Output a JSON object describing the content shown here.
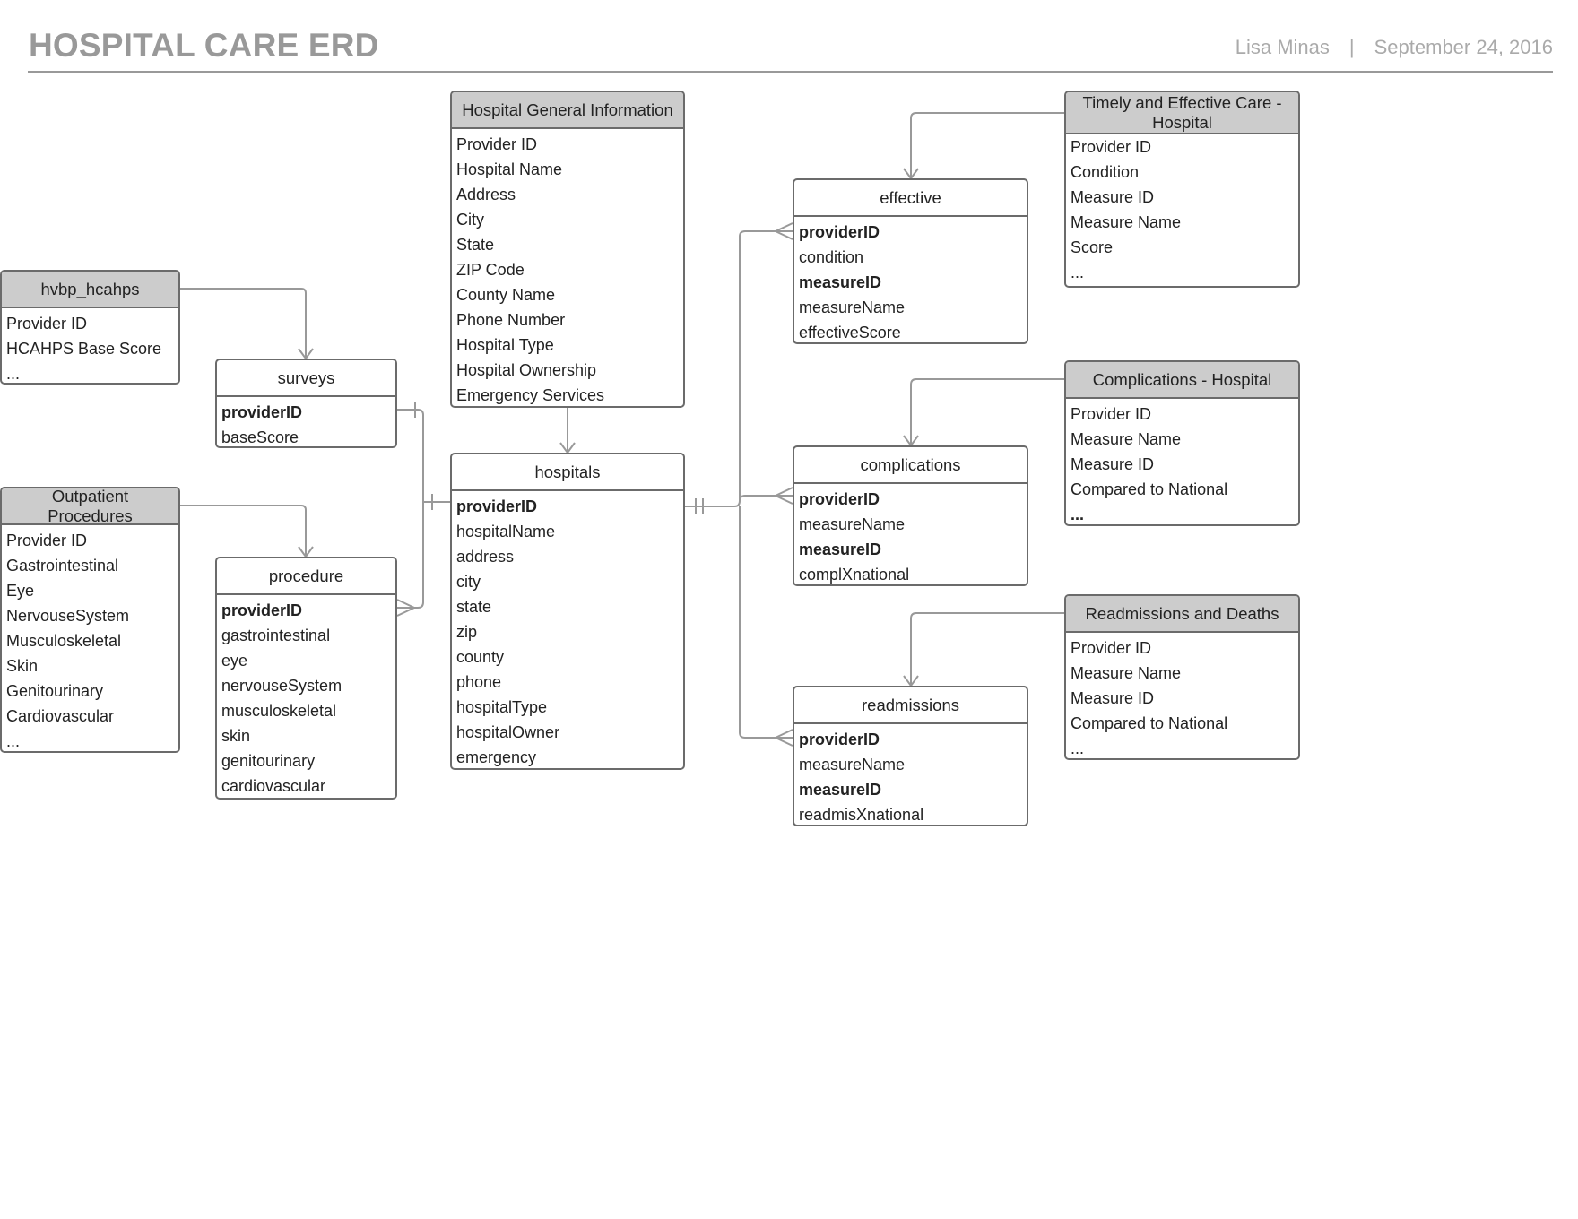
{
  "header": {
    "title": "HOSPITAL CARE ERD",
    "author": "Lisa Minas",
    "separator": "|",
    "date": "September 24, 2016"
  },
  "colors": {
    "title": "#999999",
    "header_fill": "#cccccc",
    "border": "#6b6b6b",
    "connector": "#999999"
  },
  "entities": {
    "hospital_general_information": {
      "title": "Hospital General Information",
      "fields": [
        "Provider ID",
        "Hospital Name",
        "Address",
        "City",
        "State",
        "ZIP Code",
        "County Name",
        "Phone Number",
        "Hospital Type",
        "Hospital Ownership",
        "Emergency Services"
      ]
    },
    "hospitals": {
      "title": "hospitals",
      "fields": [
        "providerID",
        "hospitalName",
        "address",
        "city",
        "state",
        "zip",
        "county",
        "phone",
        "hospitalType",
        "hospitalOwner",
        "emergency"
      ]
    },
    "hvbp_hcahps": {
      "title": "hvbp_hcahps",
      "fields": [
        "Provider ID",
        "HCAHPS Base Score",
        "..."
      ]
    },
    "surveys": {
      "title": "surveys",
      "fields": [
        "providerID",
        "baseScore"
      ]
    },
    "outpatient_procedures": {
      "title": "Outpatient Procedures",
      "fields": [
        "Provider ID",
        "Gastrointestinal",
        "Eye",
        "NervouseSystem",
        "Musculoskeletal",
        "Skin",
        "Genitourinary",
        "Cardiovascular",
        "..."
      ]
    },
    "procedure": {
      "title": "procedure",
      "fields": [
        "providerID",
        "gastrointestinal",
        "eye",
        "nervouseSystem",
        "musculoskeletal",
        "skin",
        "genitourinary",
        "cardiovascular"
      ]
    },
    "timely_effective_care": {
      "title": "Timely and Effective Care - Hospital",
      "fields": [
        "Provider ID",
        "Condition",
        "Measure ID",
        "Measure Name",
        "Score",
        "..."
      ]
    },
    "effective": {
      "title": "effective",
      "fields": [
        "providerID",
        "condition",
        "measureID",
        "measureName",
        "effectiveScore"
      ]
    },
    "complications_hospital": {
      "title": "Complications - Hospital",
      "fields": [
        "Provider ID",
        "Measure Name",
        "Measure ID",
        "Compared to National",
        "..."
      ]
    },
    "complications": {
      "title": "complications",
      "fields": [
        "providerID",
        "measureName",
        "measureID",
        "complXnational"
      ]
    },
    "readmissions_deaths": {
      "title": "Readmissions and Deaths",
      "fields": [
        "Provider ID",
        "Measure Name",
        "Measure ID",
        "Compared to National",
        "..."
      ]
    },
    "readmissions": {
      "title": "readmissions",
      "fields": [
        "providerID",
        "measureName",
        "measureID",
        "readmisXnational"
      ]
    }
  }
}
